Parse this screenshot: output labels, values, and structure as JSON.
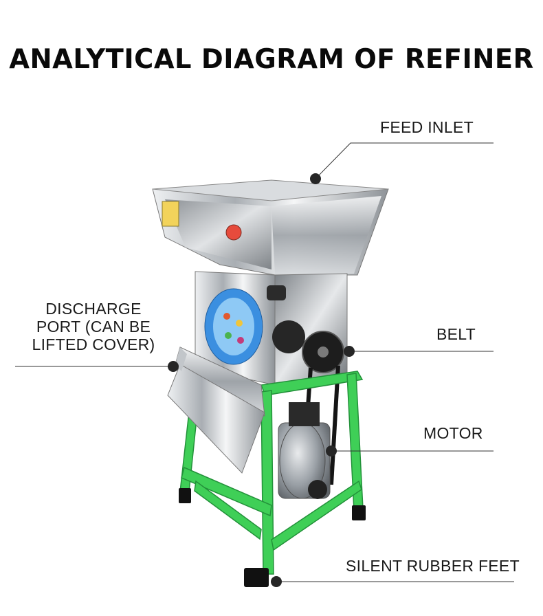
{
  "title": "ANALYTICAL DIAGRAM OF REFINER",
  "labels": {
    "feed_inlet": "FEED INLET",
    "discharge_port": "DISCHARGE PORT (CAN BE LIFTED COVER)",
    "belt": "BELT",
    "motor": "MOTOR",
    "rubber_feet": "SILENT RUBBER FEET"
  },
  "colors": {
    "frame": "#3fcf57",
    "steel": "#c9cdd1",
    "sticker": "#3b8fe0",
    "callout": "#333333"
  }
}
